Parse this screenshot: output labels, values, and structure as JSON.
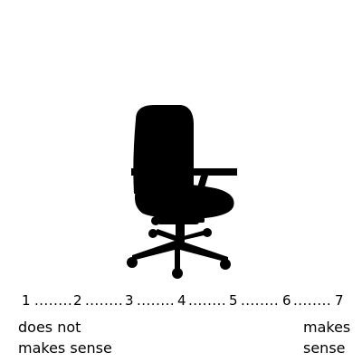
{
  "scale": {
    "points": [
      "1",
      "2",
      "3",
      "4",
      "5",
      "6",
      "7"
    ],
    "separator": "........"
  },
  "anchors": {
    "low": [
      "does not",
      "makes sense"
    ],
    "high": [
      "makes",
      "sense"
    ]
  },
  "image": {
    "subject": "office-chair-icon"
  },
  "colors": {
    "background": "#ffffff",
    "ink": "#000000"
  }
}
